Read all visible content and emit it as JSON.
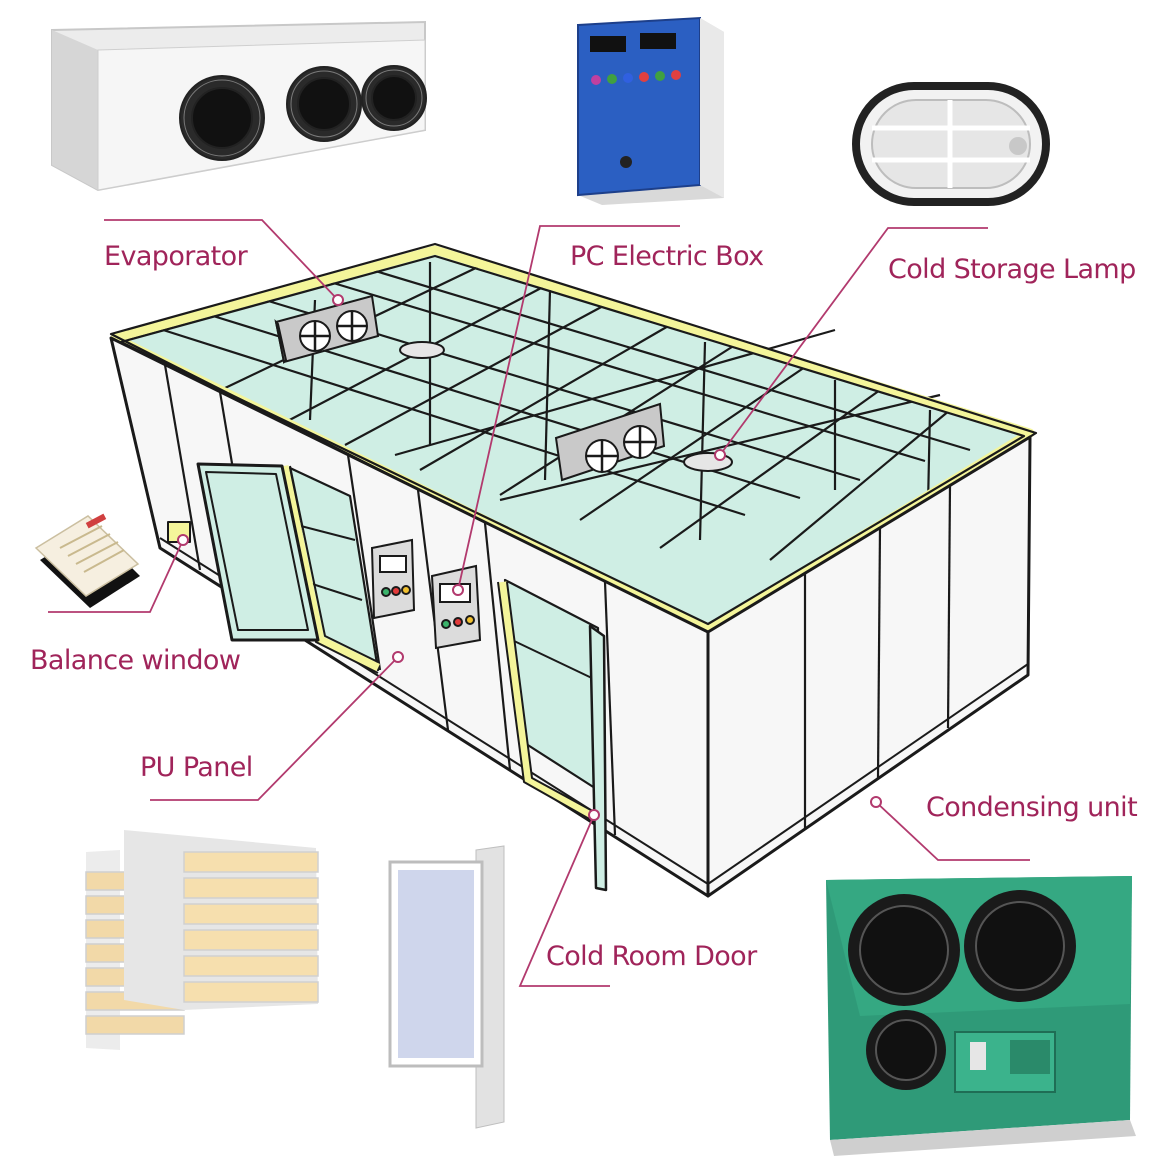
{
  "colors": {
    "label": "#a0245a",
    "leader": "#b23a6e",
    "outline": "#1a1a1a",
    "glass": "#cfeee4",
    "wall": "#f7f7f7",
    "frame": "#f4f59a",
    "condenser": "#2f9a78",
    "electric_box": "#2b5fc2"
  },
  "labels": {
    "evaporator": "Evaporator",
    "pc_electric_box": "PC Electric Box",
    "cold_storage_lamp": "Cold Storage Lamp",
    "balance_window": "Balance window",
    "pu_panel": "PU Panel",
    "condensing_unit": "Condensing unit",
    "cold_room_door": "Cold Room Door"
  },
  "icons": {
    "evaporator": "evaporator-unit-icon",
    "electric_box": "electric-control-box-icon",
    "lamp": "bulkhead-lamp-icon",
    "balance_window": "pressure-balance-valve-icon",
    "panels": "pu-panel-stack-icon",
    "door": "cold-room-door-icon",
    "condenser": "condensing-unit-icon"
  }
}
